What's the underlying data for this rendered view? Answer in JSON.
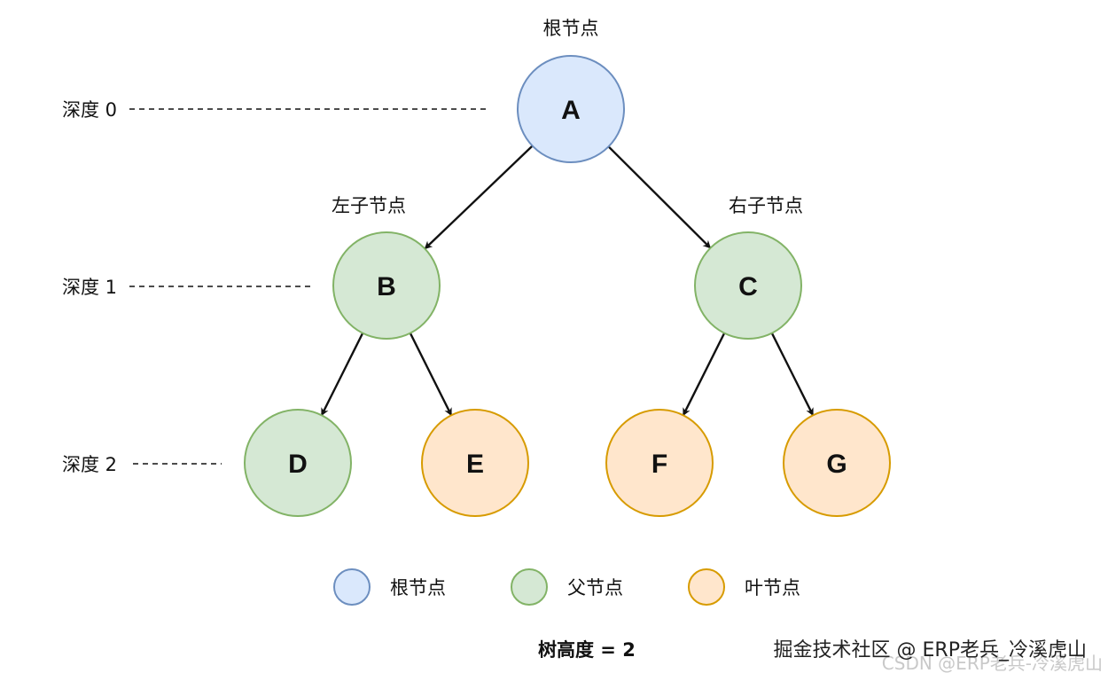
{
  "colors": {
    "root_fill": "#dae8fc",
    "root_stroke": "#6c8ebf",
    "parent_fill": "#d5e8d4",
    "parent_stroke": "#82b366",
    "leaf_fill": "#ffe6cc",
    "leaf_stroke": "#d79b00",
    "edge": "#111111"
  },
  "captions": {
    "root": "根节点",
    "left_child": "左子节点",
    "right_child": "右子节点"
  },
  "depths": [
    {
      "label": "深度 0"
    },
    {
      "label": "深度 1"
    },
    {
      "label": "深度 2"
    }
  ],
  "nodes": [
    {
      "id": "A",
      "label": "A",
      "role": "root"
    },
    {
      "id": "B",
      "label": "B",
      "role": "parent"
    },
    {
      "id": "C",
      "label": "C",
      "role": "parent"
    },
    {
      "id": "D",
      "label": "D",
      "role": "parent"
    },
    {
      "id": "E",
      "label": "E",
      "role": "leaf"
    },
    {
      "id": "F",
      "label": "F",
      "role": "leaf"
    },
    {
      "id": "G",
      "label": "G",
      "role": "leaf"
    }
  ],
  "edges": [
    {
      "from": "A",
      "to": "B"
    },
    {
      "from": "A",
      "to": "C"
    },
    {
      "from": "B",
      "to": "D"
    },
    {
      "from": "B",
      "to": "E"
    },
    {
      "from": "C",
      "to": "F"
    },
    {
      "from": "C",
      "to": "G"
    }
  ],
  "legend": [
    {
      "role": "root",
      "label": "根节点"
    },
    {
      "role": "parent",
      "label": "父节点"
    },
    {
      "role": "leaf",
      "label": "叶节点"
    }
  ],
  "tree_height_label": "树高度 = 2",
  "watermark": {
    "main": "掘金技术社区 @ ERP老兵_冷溪虎山",
    "faint": "CSDN @ERP老兵-冷溪虎山"
  }
}
